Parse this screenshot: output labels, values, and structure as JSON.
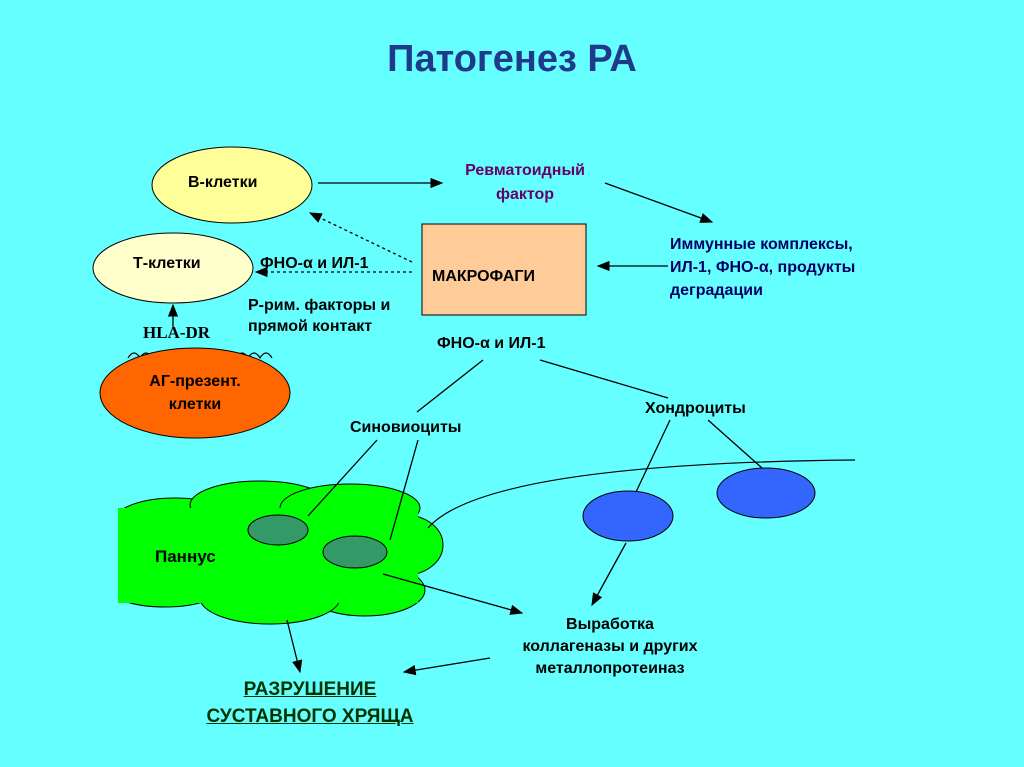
{
  "title": "Патогенез РА",
  "nodes": {
    "b_cells": "В-клетки",
    "t_cells": "Т-клетки",
    "hla_dr": "HLA-DR",
    "apc_line1": "АГ-презент.",
    "apc_line2": "клетки",
    "rf_line1": "Ревматоидный",
    "rf_line2": "фактор",
    "macrophages": "МАКРОФАГИ",
    "immune_line1": "Иммунные комплексы,",
    "immune_line2": "ИЛ-1, ФНО-α, продукты",
    "immune_line3": "деградации",
    "tnf_il1_top": "ФНО-α и ИЛ-1",
    "soluble_line1": "Р-рим. факторы и",
    "soluble_line2": "прямой контакт",
    "tnf_il1_mid": "ФНО-α и ИЛ-1",
    "synoviocytes": "Синовиоциты",
    "chondrocytes": "Хондроциты",
    "pannus": "Паннус",
    "collagenase_line1": "Выработка",
    "collagenase_line2": "коллагеназы и других",
    "collagenase_line3": "металлопротеиназ",
    "destruction_line1": "РАЗРУШЕНИЕ",
    "destruction_line2": "СУСТАВНОГО ХРЯЩА"
  },
  "colors": {
    "background": "#66ffff",
    "b_cells_fill": "#ffff99",
    "t_cells_fill": "#ffffcc",
    "apc_fill": "#ff6600",
    "macrophage_fill": "#ffcc99",
    "pannus_fill": "#00ff00",
    "synoviocyte_fill": "#339966",
    "chondrocyte_fill": "#3366ff"
  }
}
